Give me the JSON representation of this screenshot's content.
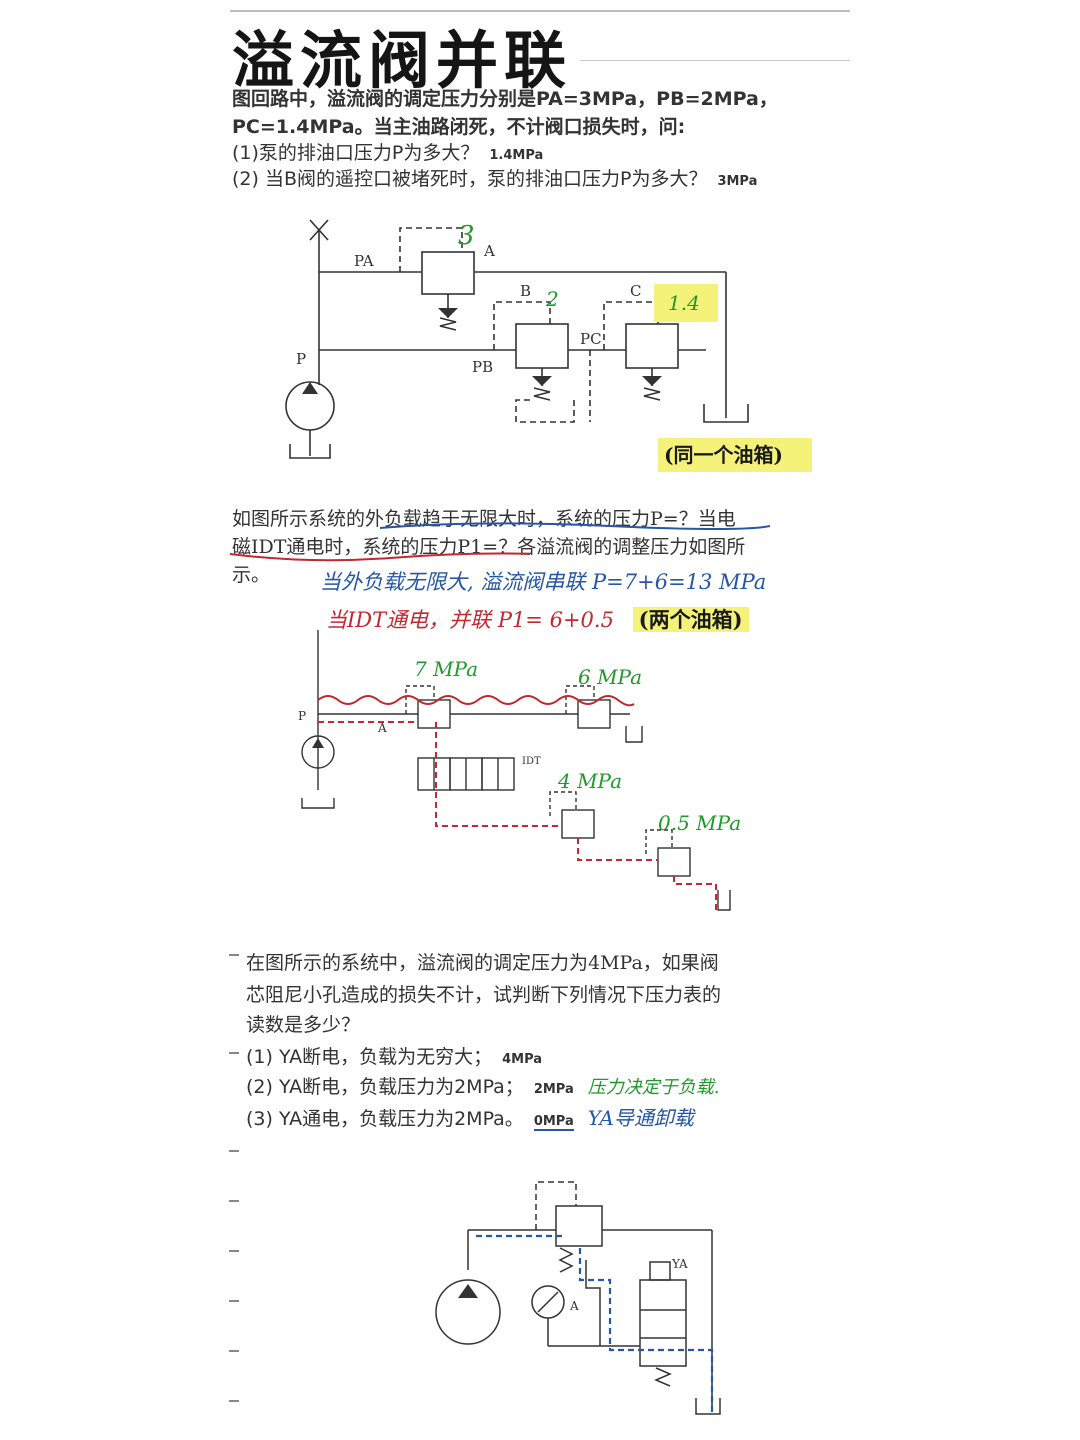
{
  "title": "溢流阀并联",
  "problem1": {
    "line1": "图回路中，溢流阀的调定压力分别是PA=3MPa，PB=2MPa，",
    "line2": "PC=1.4MPa。当主油路闭死，不计阀口损失时，问:",
    "line3": "(1)泵的排油口压力P为多大？",
    "ans1": "1.4MPa",
    "line4": "(2) 当B阀的遥控口被堵死时，泵的排油口压力P为多大？",
    "ans2": "3MPa",
    "diagram": {
      "label_pa": "PA",
      "label_a": "A",
      "label_b": "B",
      "label_c": "C",
      "label_p": "P",
      "label_pb": "PB",
      "label_pc": "PC",
      "note_a": "3",
      "note_b": "2",
      "note_c": "1.4",
      "tank_note": "(同一个油箱)"
    }
  },
  "problem2": {
    "line1": "如图所示系统的外负载趋于无限大时，系统的压力P=？当电",
    "line2": "磁IDT通电时，系统的压力P1=？各溢流阀的调整压力如图所",
    "line3": "示。",
    "note1": "当外负载无限大, 溢流阀串联 P=7+6=13 MPa",
    "note2_prefix": "当IDT通电，并联 P1=",
    "note2_value": "6+0.5",
    "note2_suffix": "(两个油箱)",
    "diagram": {
      "v1": "7 MPa",
      "v2": "6 MPa",
      "v3": "4 MPa",
      "v4": "0.5 MPa",
      "label_p": "P",
      "label_a": "A",
      "label_idt": "IDT"
    }
  },
  "problem3": {
    "line1": "在图所示的系统中，溢流阀的调定压力为4MPa，如果阀",
    "line2": "芯阻尼小孔造成的损失不计，试判断下列情况下压力表的",
    "line3": "读数是多少？",
    "q1": "(1) YA断电，负载为无穷大；",
    "a1": "4MPa",
    "q2": "(2) YA断电，负载压力为2MPa；",
    "a2": "2MPa",
    "n2": "压力决定于负载.",
    "q3": "(3) YA通电，负载压力为2MPa。",
    "a3": "0MPa",
    "n3": "YA导通卸载",
    "diagram": {
      "label_a": "A",
      "label_ya": "YA"
    }
  }
}
